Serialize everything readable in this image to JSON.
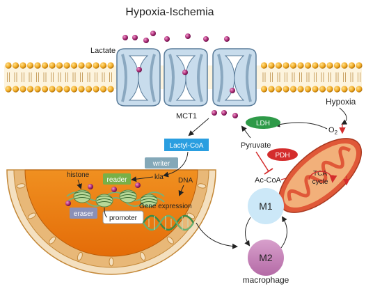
{
  "title": "Hypoxia-Ischemia",
  "labels": {
    "lactate": "Lactate",
    "mct1": "MCT1",
    "hypoxia": "Hypoxia",
    "o2": "O",
    "o2_sub": "2",
    "lactyl_coa": "Lactyl-CoA",
    "writer": "writer",
    "kla": "kla",
    "reader": "reader",
    "histone": "histone",
    "dna": "DNA",
    "eraser": "eraser",
    "promoter": "promoter",
    "gene_expression": "Gene expression",
    "ldh": "LDH",
    "pyruvate": "Pyruvate",
    "pdh": "PDH",
    "ac_coa": "Ac-CoA",
    "tca_line1": "TCA",
    "tca_line2": "cycle",
    "m1": "M1",
    "m2": "M2",
    "macrophage": "macrophage"
  },
  "colors": {
    "lipid_head": "#f0a820",
    "lipid_head_dark": "#c98410",
    "tail": "#c8a060",
    "channel": "#c8dcec",
    "channel_inner": "#a6c4dc",
    "lactate_dot": "#b0307a",
    "nucleus_outer": "#d99a48",
    "nucleus_inner": "#e58012",
    "lactyl_box": "#2a9ee0",
    "writer_box": "#84a8b8",
    "reader_box": "#78b048",
    "eraser_box": "#8a90b8",
    "ldh": "#2e9a48",
    "pdh": "#d42c2c",
    "m1": "#cce8f8",
    "m2": "#c884bc",
    "mito_outer": "#e05838",
    "mito_inner": "#f2b07a"
  }
}
